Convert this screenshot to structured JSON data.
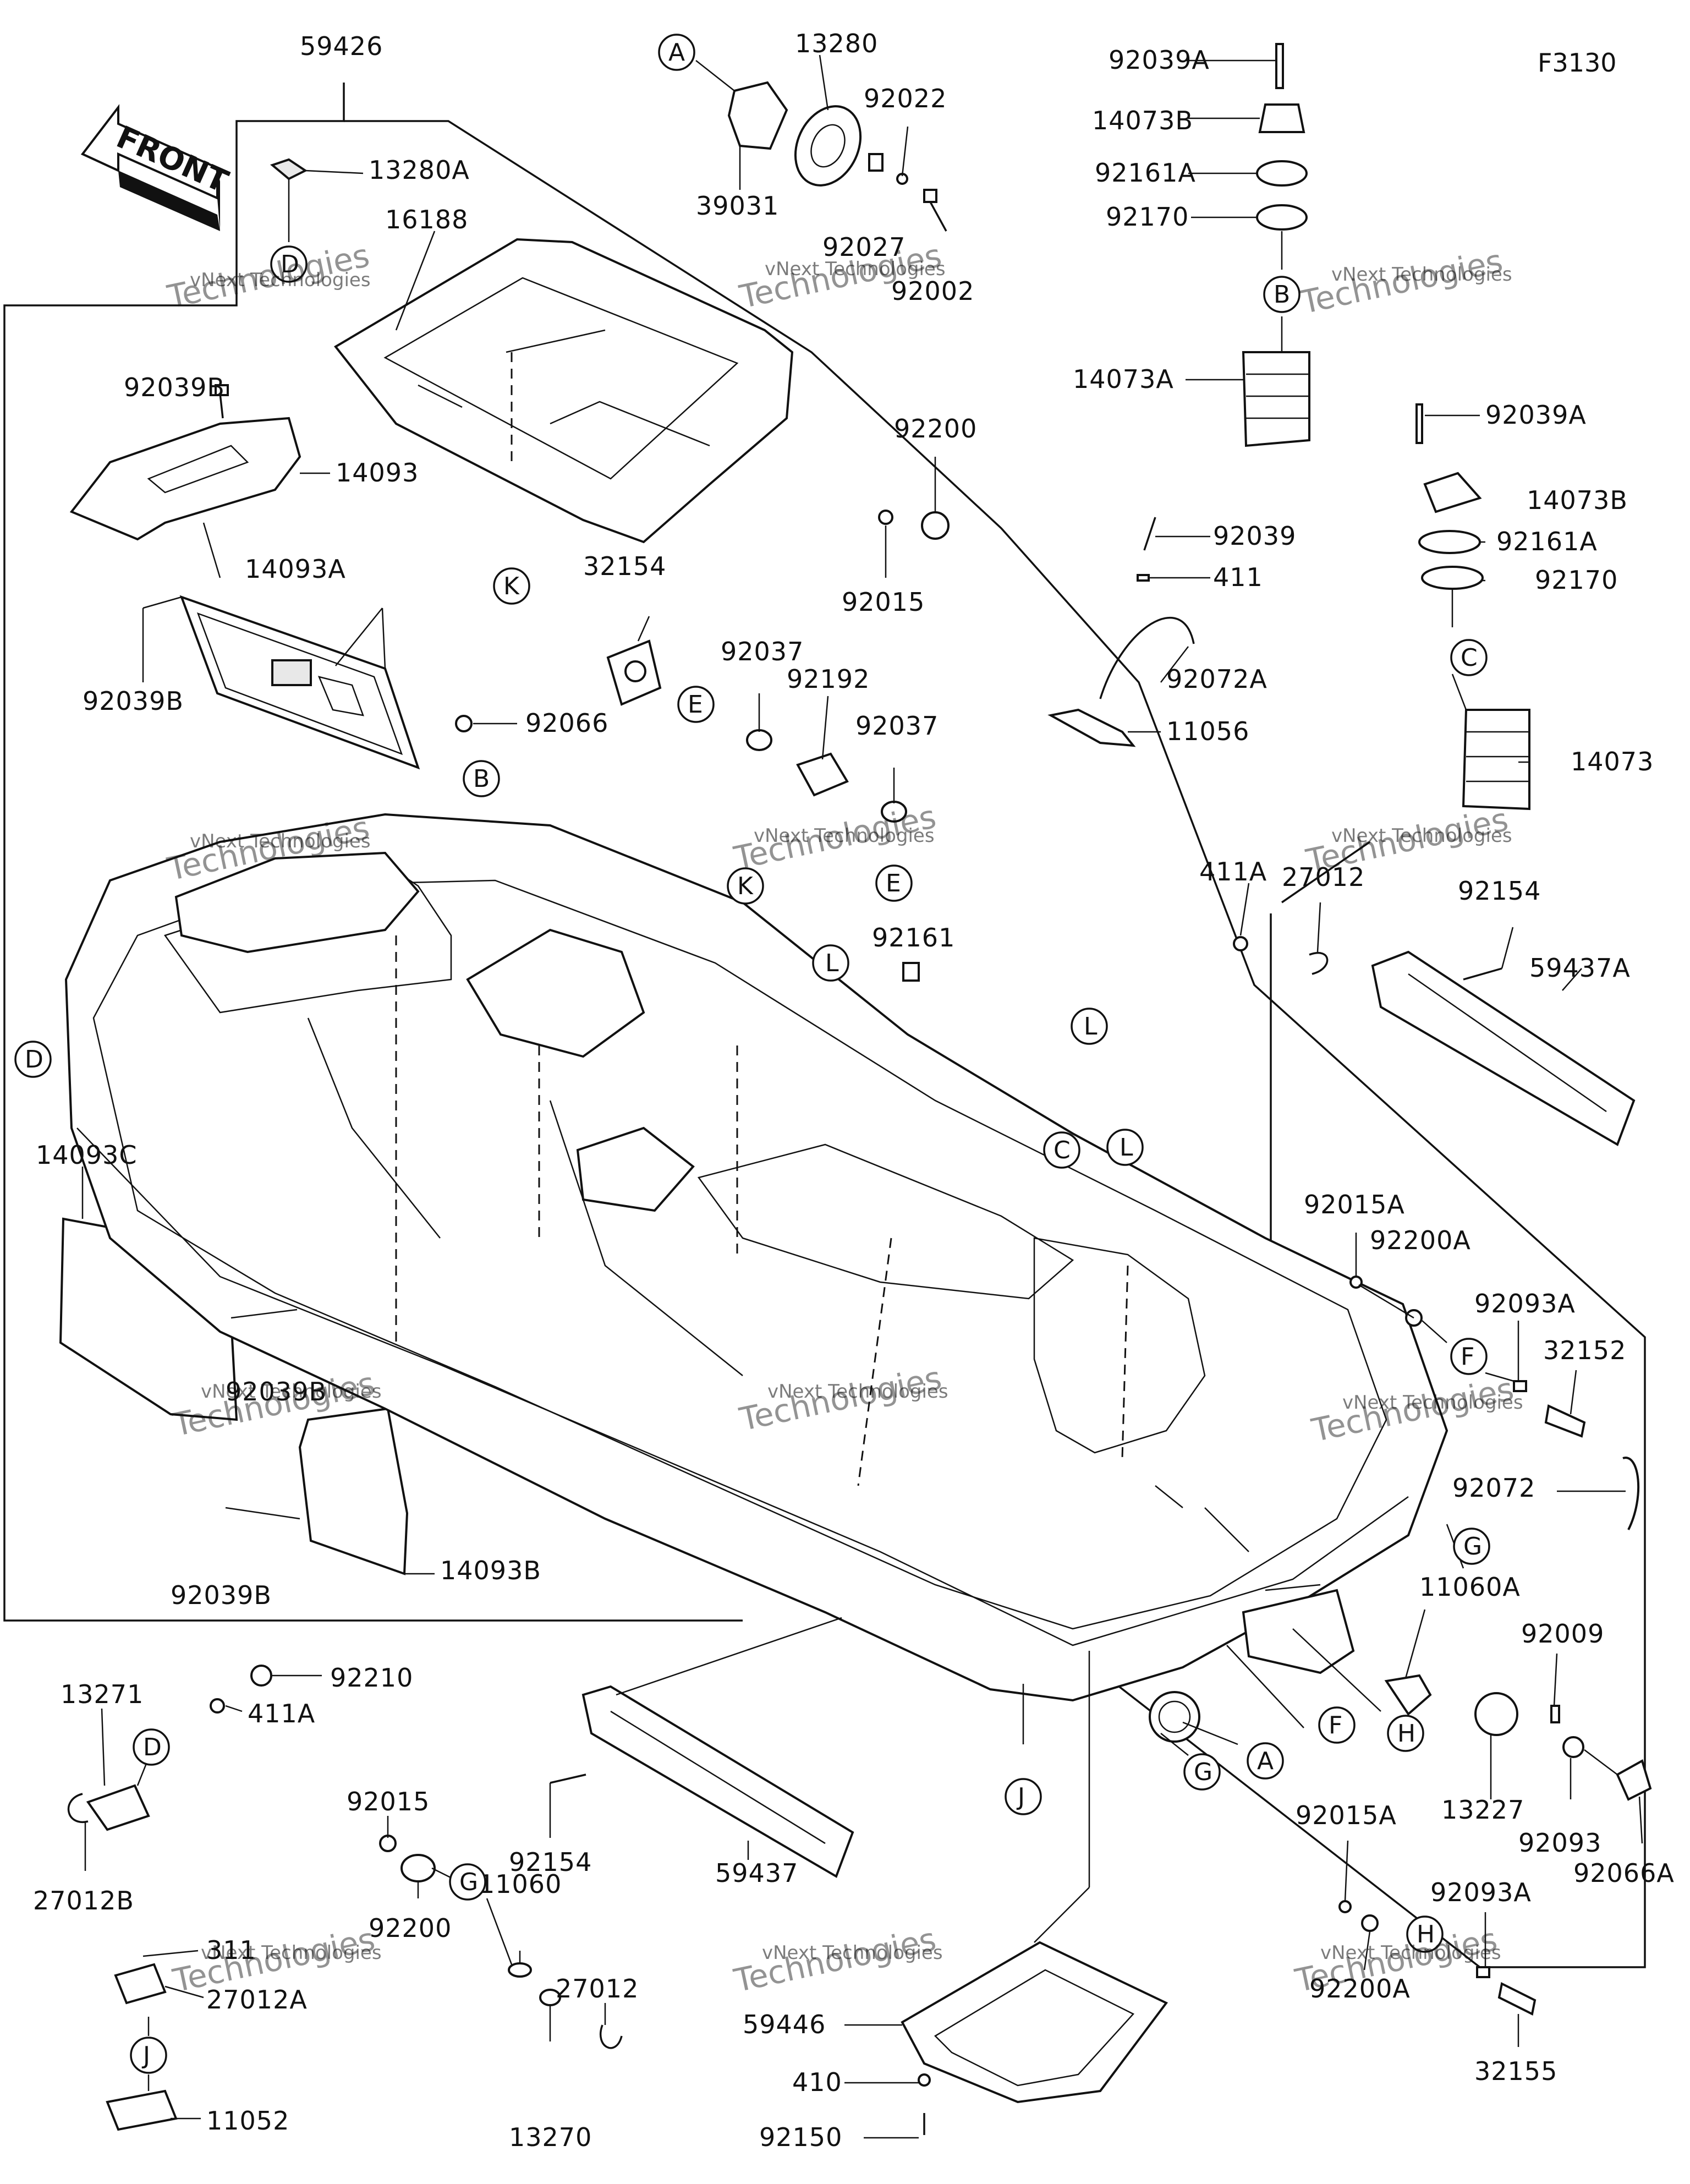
{
  "diagram_code": "F3130",
  "front_arrow_label": "FRONT",
  "watermark_line1": "vNext Technologies",
  "watermark_line2": "Technologies",
  "parts": [
    {
      "id": "p59426",
      "label": "59426"
    },
    {
      "id": "p13280A",
      "label": "13280A"
    },
    {
      "id": "p16188",
      "label": "16188"
    },
    {
      "id": "p92039B_1",
      "label": "92039B"
    },
    {
      "id": "p14093",
      "label": "14093"
    },
    {
      "id": "p14093A",
      "label": "14093A"
    },
    {
      "id": "p92039B_2",
      "label": "92039B"
    },
    {
      "id": "p92066",
      "label": "92066"
    },
    {
      "id": "p14093C",
      "label": "14093C"
    },
    {
      "id": "p92039B_3",
      "label": "92039B"
    },
    {
      "id": "p92039B_4",
      "label": "92039B"
    },
    {
      "id": "p14093B",
      "label": "14093B"
    },
    {
      "id": "p13280",
      "label": "13280"
    },
    {
      "id": "p39031",
      "label": "39031"
    },
    {
      "id": "p92022",
      "label": "92022"
    },
    {
      "id": "p92027",
      "label": "92027"
    },
    {
      "id": "p92002",
      "label": "92002"
    },
    {
      "id": "p32154",
      "label": "32154"
    },
    {
      "id": "p92037_1",
      "label": "92037"
    },
    {
      "id": "p92192",
      "label": "92192"
    },
    {
      "id": "p92037_2",
      "label": "92037"
    },
    {
      "id": "p92200",
      "label": "92200"
    },
    {
      "id": "p92015",
      "label": "92015"
    },
    {
      "id": "p92161",
      "label": "92161"
    },
    {
      "id": "p92039A_1",
      "label": "92039A"
    },
    {
      "id": "p14073B_1",
      "label": "14073B"
    },
    {
      "id": "p92161A_1",
      "label": "92161A"
    },
    {
      "id": "p92170_1",
      "label": "92170"
    },
    {
      "id": "p14073A",
      "label": "14073A"
    },
    {
      "id": "p92039",
      "label": "92039"
    },
    {
      "id": "p411",
      "label": "411"
    },
    {
      "id": "p92072A",
      "label": "92072A"
    },
    {
      "id": "p11056",
      "label": "11056"
    },
    {
      "id": "p92039A_2",
      "label": "92039A"
    },
    {
      "id": "p14073B_2",
      "label": "14073B"
    },
    {
      "id": "p92161A_2",
      "label": "92161A"
    },
    {
      "id": "p92170_2",
      "label": "92170"
    },
    {
      "id": "p14073",
      "label": "14073"
    },
    {
      "id": "p411A_1",
      "label": "411A"
    },
    {
      "id": "p27012_1",
      "label": "27012"
    },
    {
      "id": "p92154_1",
      "label": "92154"
    },
    {
      "id": "p59437A",
      "label": "59437A"
    },
    {
      "id": "p92015A_1",
      "label": "92015A"
    },
    {
      "id": "p92200A_1",
      "label": "92200A"
    },
    {
      "id": "p92093A_1",
      "label": "92093A"
    },
    {
      "id": "p32152",
      "label": "32152"
    },
    {
      "id": "p92072",
      "label": "92072"
    },
    {
      "id": "p11060A",
      "label": "11060A"
    },
    {
      "id": "p92009",
      "label": "92009"
    },
    {
      "id": "p13227",
      "label": "13227"
    },
    {
      "id": "p92093",
      "label": "92093"
    },
    {
      "id": "p92066A",
      "label": "92066A"
    },
    {
      "id": "p92015A_2",
      "label": "92015A"
    },
    {
      "id": "p92093A_2",
      "label": "92093A"
    },
    {
      "id": "p92200A_2",
      "label": "92200A"
    },
    {
      "id": "p32155",
      "label": "32155"
    },
    {
      "id": "p92210",
      "label": "92210"
    },
    {
      "id": "p13271",
      "label": "13271"
    },
    {
      "id": "p411A_2",
      "label": "411A"
    },
    {
      "id": "p27012B",
      "label": "27012B"
    },
    {
      "id": "p311",
      "label": "311"
    },
    {
      "id": "p27012A",
      "label": "27012A"
    },
    {
      "id": "p11052",
      "label": "11052"
    },
    {
      "id": "p92015_2",
      "label": "92015"
    },
    {
      "id": "p92200_2",
      "label": "92200"
    },
    {
      "id": "p11060",
      "label": "11060"
    },
    {
      "id": "p27012_2",
      "label": "27012"
    },
    {
      "id": "p13270",
      "label": "13270"
    },
    {
      "id": "p92154_2",
      "label": "92154"
    },
    {
      "id": "p59437",
      "label": "59437"
    },
    {
      "id": "p59446",
      "label": "59446"
    },
    {
      "id": "p410",
      "label": "410"
    },
    {
      "id": "p92150",
      "label": "92150"
    }
  ],
  "refs": [
    {
      "id": "rA1",
      "label": "A"
    },
    {
      "id": "rA2",
      "label": "A"
    },
    {
      "id": "rB1",
      "label": "B"
    },
    {
      "id": "rB2",
      "label": "B"
    },
    {
      "id": "rC1",
      "label": "C"
    },
    {
      "id": "rC2",
      "label": "C"
    },
    {
      "id": "rD1",
      "label": "D"
    },
    {
      "id": "rD2",
      "label": "D"
    },
    {
      "id": "rD3",
      "label": "D"
    },
    {
      "id": "rE1",
      "label": "E"
    },
    {
      "id": "rE2",
      "label": "E"
    },
    {
      "id": "rF1",
      "label": "F"
    },
    {
      "id": "rF2",
      "label": "F"
    },
    {
      "id": "rG1",
      "label": "G"
    },
    {
      "id": "rG2",
      "label": "G"
    },
    {
      "id": "rG3",
      "label": "G"
    },
    {
      "id": "rH1",
      "label": "H"
    },
    {
      "id": "rH2",
      "label": "H"
    },
    {
      "id": "rJ1",
      "label": "J"
    },
    {
      "id": "rJ2",
      "label": "J"
    },
    {
      "id": "rK1",
      "label": "K"
    },
    {
      "id": "rK2",
      "label": "K"
    },
    {
      "id": "rL1",
      "label": "L"
    },
    {
      "id": "rL2",
      "label": "L"
    },
    {
      "id": "rL3",
      "label": "L"
    }
  ]
}
